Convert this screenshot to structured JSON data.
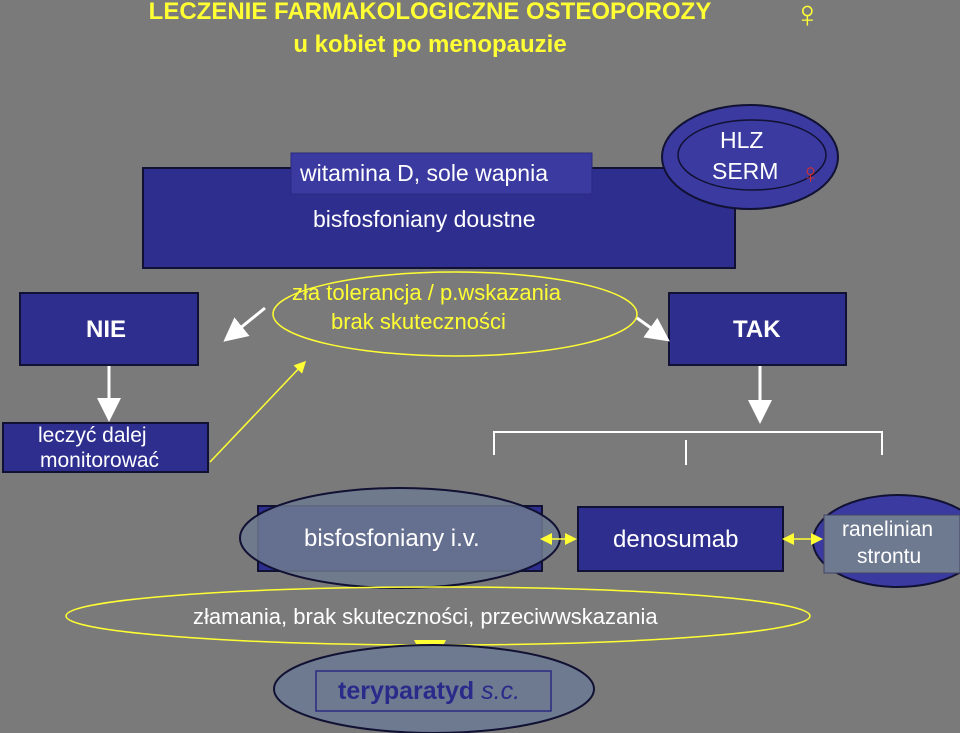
{
  "title": {
    "line1": "LECZENIE FARMAKOLOGICZNE OSTEOPOROZY",
    "line2": "u kobiet po menopauzie",
    "female_symbol": "♀"
  },
  "first_line": {
    "vitamin": "witamina D, sole wapnia",
    "bisphosphonates_oral": "bisfosfoniany doustne",
    "hrt_line1": "HLZ",
    "hrt_line2": "SERM",
    "female_symbol": "♀"
  },
  "decision": {
    "line1": "zła tolerancja / p.wskazania",
    "line2": "brak  skuteczności",
    "no": "NIE",
    "yes": "TAK"
  },
  "continue_box": {
    "line1": "leczyć dalej",
    "line2": "monitorować"
  },
  "second_line": {
    "bisphosphonates_iv": "bisfosfoniany i.v.",
    "denosumab": "denosumab",
    "strontium_line1": "ranelinian",
    "strontium_line2": "strontu"
  },
  "failure": {
    "text": "złamania, brak skuteczności, przeciwwskazania"
  },
  "teriparatide": {
    "name": "teryparatyd",
    "route": "s.c."
  },
  "colors": {
    "background": "#7a7a7a",
    "box_blue": "#2e2e8f",
    "yellow": "#ffff33",
    "ellipse_gray": "#6e7a90"
  }
}
